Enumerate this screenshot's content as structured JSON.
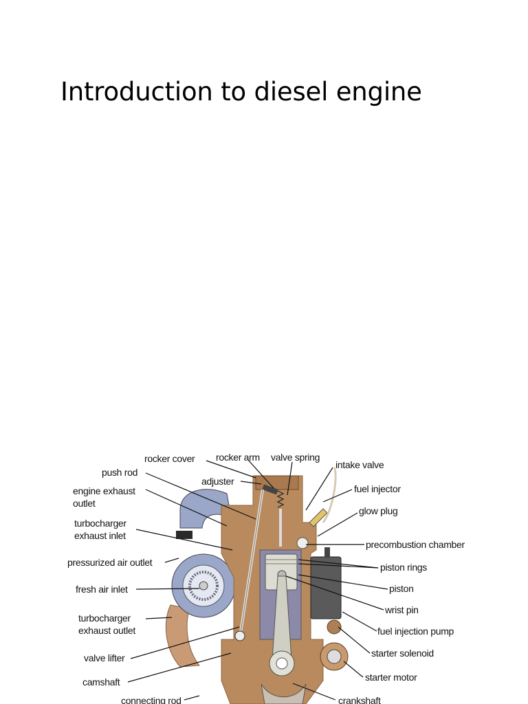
{
  "title": "Introduction to diesel engine",
  "colors": {
    "block": "#b88a5e",
    "block_dark": "#8d6540",
    "cylinder": "#8c8aa8",
    "piston": "#dcdcd2",
    "turbo": "#9aa7c8",
    "hose": "#c99a76",
    "pump": "#5a5a5a"
  },
  "labels": {
    "rocker_cover": "rocker cover",
    "rocker_arm": "rocker arm",
    "valve_spring": "valve spring",
    "intake_valve": "intake valve",
    "push_rod": "push rod",
    "adjuster": "adjuster",
    "fuel_injector": "fuel injector",
    "engine_exhaust_1": "engine exhaust",
    "engine_exhaust_2": "outlet",
    "glow_plug": "glow plug",
    "turbo_inlet_1": "turbocharger",
    "turbo_inlet_2": "exhaust inlet",
    "precombustion_chamber": "precombustion chamber",
    "pressurized_air_outlet": "pressurized air outlet",
    "piston_rings": "piston rings",
    "piston": "piston",
    "fresh_air_inlet": "fresh air inlet",
    "wrist_pin": "wrist pin",
    "turbo_outlet_1": "turbocharger",
    "turbo_outlet_2": "exhaust outlet",
    "fuel_injection_pump": "fuel injection pump",
    "valve_lifter": "valve lifter",
    "starter_solenoid": "starter solenoid",
    "camshaft": "camshaft",
    "starter_motor": "starter motor",
    "connecting_rod": "connecting rod",
    "crankshaft": "crankshaft"
  }
}
